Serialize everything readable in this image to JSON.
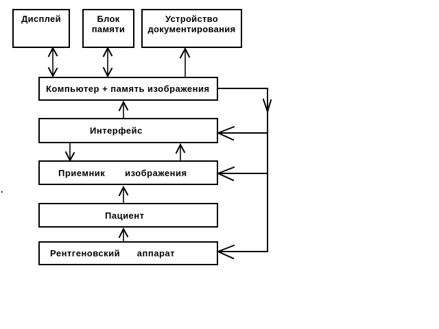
{
  "diagram": {
    "boxes": {
      "display": {
        "label": "Дисплей"
      },
      "memory_block": {
        "label": "Блок\nпамяти"
      },
      "documentation_device": {
        "label": "Устройство\nдокументирования"
      },
      "computer": {
        "label": "Компьютер + память изображения"
      },
      "interface": {
        "label": "Интерфейс"
      },
      "image_receiver": {
        "label": "Приемник       изображения"
      },
      "patient": {
        "label": "Пациент"
      },
      "xray_apparatus": {
        "label": "Рентгеновский      аппарат"
      }
    },
    "stray_dot": ".",
    "colors": {
      "stroke": "#000000",
      "background": "#ffffff"
    }
  }
}
